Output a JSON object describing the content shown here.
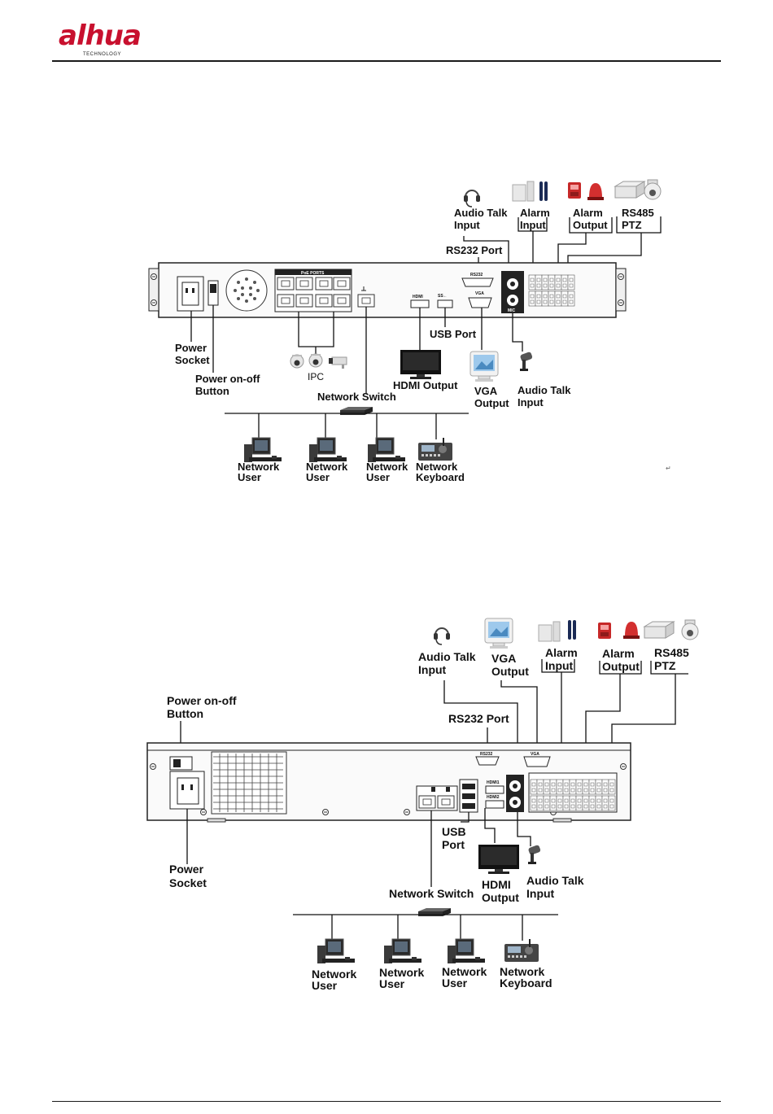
{
  "header": {
    "brand": "alhua",
    "brand_sub": "TECHNOLOGY"
  },
  "diagram_1": {
    "labels": {
      "audio_talk_input_top": [
        "Audio Talk",
        "Input"
      ],
      "alarm_input": [
        "Alarm",
        "Input"
      ],
      "alarm_output": [
        "Alarm",
        "Output"
      ],
      "rs485_ptz": [
        "RS485",
        "PTZ"
      ],
      "rs232_port": "RS232 Port",
      "power_socket": [
        "Power",
        "Socket"
      ],
      "power_button": [
        "Power on-off",
        "Button"
      ],
      "ipc": "IPC",
      "usb_port": "USB Port",
      "hdmi_output": "HDMI Output",
      "vga_output": [
        "VGA",
        "Output"
      ],
      "audio_talk_input_bottom": [
        "Audio Talk",
        "Input"
      ],
      "network_switch": "Network Switch",
      "users": [
        [
          "Network",
          "User"
        ],
        [
          "Network",
          "User"
        ],
        [
          "Network",
          "User"
        ],
        [
          "Network",
          "Keyboard"
        ]
      ]
    },
    "panel_marks": {
      "poe_ports": "PoE PORTS",
      "rs232": "RS232",
      "vga": "VGA",
      "hdmi": "HDMI",
      "mic": "MIC",
      "usb": "SS←"
    },
    "stray_mark": "↵"
  },
  "diagram_2": {
    "labels": {
      "audio_talk_input_top": [
        "Audio Talk",
        "Input"
      ],
      "vga_output": [
        "VGA",
        "Output"
      ],
      "alarm_input": [
        "Alarm",
        "Input"
      ],
      "alarm_output": [
        "Alarm",
        "Output"
      ],
      "rs485_ptz": [
        "RS485",
        "PTZ"
      ],
      "power_button": [
        "Power on-off",
        "Button"
      ],
      "rs232_port": "RS232 Port",
      "power_socket": [
        "Power",
        "Socket"
      ],
      "usb_port": [
        "USB",
        "Port"
      ],
      "hdmi_output": [
        "HDMI",
        "Output"
      ],
      "audio_talk_input_bottom": [
        "Audio Talk",
        "Input"
      ],
      "network_switch": "Network Switch",
      "users": [
        [
          "Network",
          "User"
        ],
        [
          "Network",
          "User"
        ],
        [
          "Network",
          "User"
        ],
        [
          "Network",
          "Keyboard"
        ]
      ]
    },
    "panel_marks": {
      "rs232": "RS232",
      "vga": "VGA",
      "hdmi1": "HDMI1",
      "hdmi2": "HDMI2"
    }
  },
  "colors": {
    "brand_red": "#c8102e",
    "panel_fill": "#f4f4f4",
    "line": "#111111"
  }
}
